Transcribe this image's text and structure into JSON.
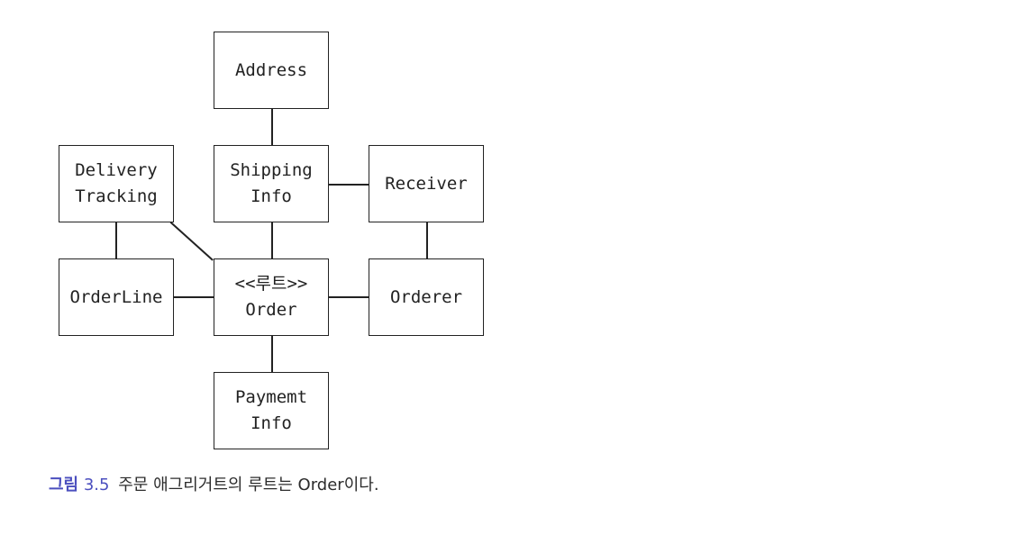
{
  "diagram": {
    "nodes": {
      "address": "Address",
      "delivery_tracking": "Delivery\nTracking",
      "shipping_info": "Shipping\nInfo",
      "receiver": "Receiver",
      "order_line": "OrderLine",
      "order": "<<루트>>\nOrder",
      "orderer": "Orderer",
      "payment_info": "Paymemt\nInfo"
    }
  },
  "caption": {
    "label": "그림",
    "number": "3.5",
    "text": "주문 애그리거트의 루트는 Order이다."
  }
}
